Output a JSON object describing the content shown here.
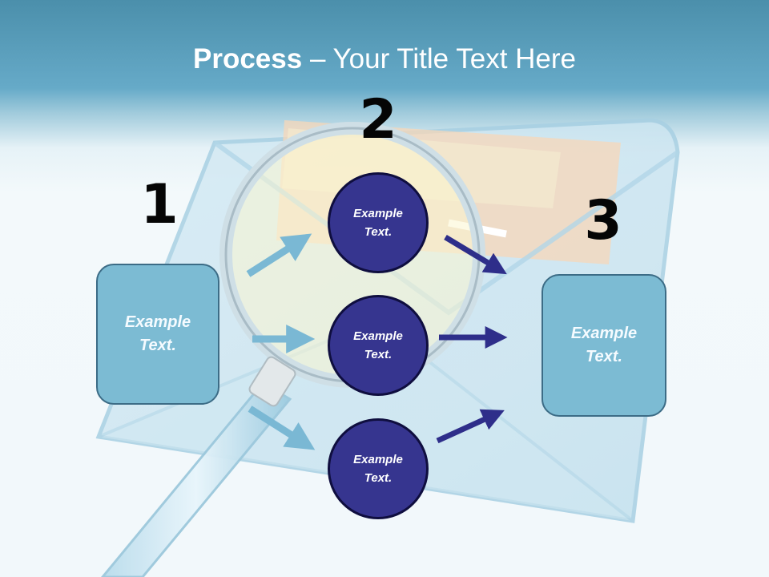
{
  "title": {
    "bold": "Process",
    "rest": " – Your Title Text Here"
  },
  "steps": [
    {
      "number": "1",
      "text": "Example Text."
    },
    {
      "number": "2",
      "text": ""
    },
    {
      "number": "3",
      "text": "Example Text."
    }
  ],
  "circles": [
    {
      "text": "Example Text."
    },
    {
      "text": "Example Text."
    },
    {
      "text": "Example Text."
    }
  ],
  "colors": {
    "box_fill": "#7cbbd3",
    "circle_fill": "#36358f",
    "light_arrow": "#7ab8d4",
    "dark_arrow": "#2e2e8a"
  }
}
